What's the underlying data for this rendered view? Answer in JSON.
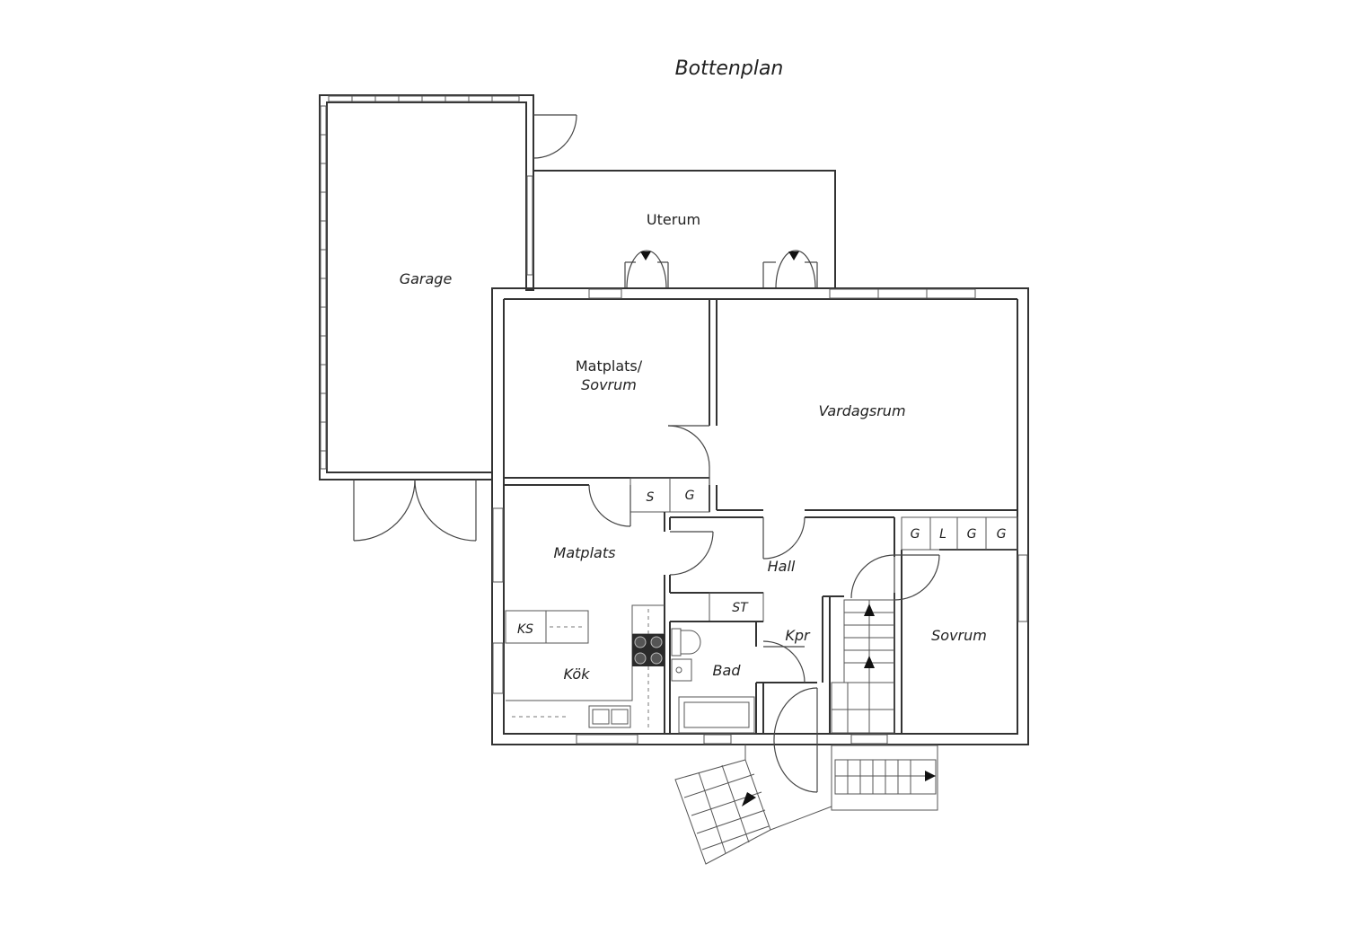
{
  "title": "Bottenplan",
  "rooms": {
    "garage": "Garage",
    "uterum": "Uterum",
    "matplats_sovrum_line1": "Matplats/",
    "matplats_sovrum_line2": "Sovrum",
    "vardagsrum": "Vardagsrum",
    "matplats": "Matplats",
    "kok": "Kök",
    "hall": "Hall",
    "kpr": "Kpr",
    "bad": "Bad",
    "sovrum": "Sovrum"
  },
  "closets": {
    "s": "S",
    "g1": "G",
    "g2": "G",
    "l": "L",
    "g3": "G",
    "g4": "G",
    "st": "ST",
    "ks": "KS"
  },
  "colors": {
    "wall": "#333333",
    "background": "#ffffff"
  }
}
